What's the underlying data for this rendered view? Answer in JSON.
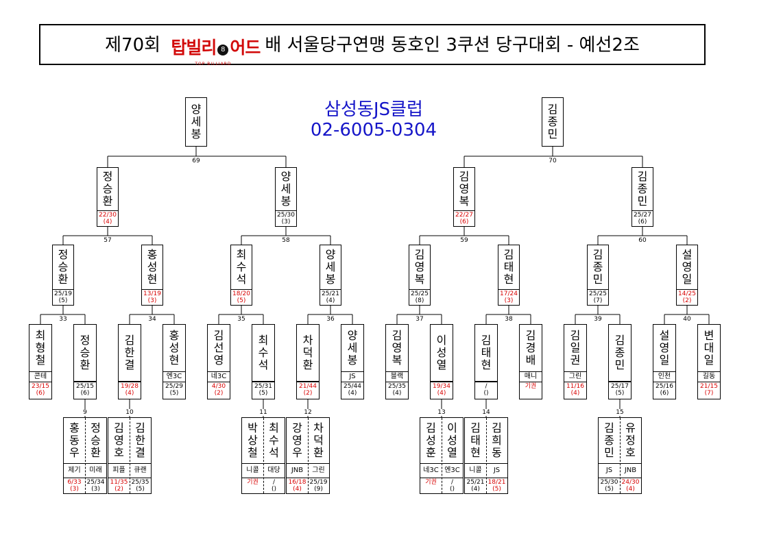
{
  "title": {
    "prefix": "제70회",
    "logo_text_a": "탑빌리",
    "logo_ball": "8",
    "logo_text_b": "어드",
    "logo_sub": "TOP BILLIARD",
    "suffix": "배 서울당구연맹 동호인 3쿠션 당구대회 - 예선2조"
  },
  "club": {
    "name": "삼성동JS클럽",
    "phone": "02-6005-0304"
  },
  "colors": {
    "club_text": "#1515c8",
    "loss_text": "#d80000"
  },
  "winners": {
    "w_left": {
      "name": "양세봉"
    },
    "w_right": {
      "name": "김종민"
    }
  },
  "match_numbers": {
    "m69": "69",
    "m70": "70",
    "m57": "57",
    "m58": "58",
    "m59": "59",
    "m60": "60",
    "m33": "33",
    "m34": "34",
    "m35": "35",
    "m36": "36",
    "m37": "37",
    "m38": "38",
    "m39": "39",
    "m40": "40",
    "m9": "9",
    "m10": "10",
    "m11": "11",
    "m12": "12",
    "m13": "13",
    "m14": "14",
    "m15": "15"
  },
  "round2": {
    "a": {
      "name": "정승환",
      "score": "22/30",
      "inn": "(4)"
    },
    "b": {
      "name": "양세봉",
      "score": "25/30",
      "inn": "(3)"
    },
    "c": {
      "name": "김영복",
      "score": "22/27",
      "inn": "(6)"
    },
    "d": {
      "name": "김종민",
      "score": "25/27",
      "inn": "(6)"
    }
  },
  "round3": {
    "a": {
      "name": "정승환",
      "score": "25/19",
      "inn": "(5)"
    },
    "b": {
      "name": "홍성현",
      "score": "13/19",
      "inn": "(3)"
    },
    "c": {
      "name": "최수석",
      "score": "18/20",
      "inn": "(5)"
    },
    "d": {
      "name": "양세봉",
      "score": "25/21",
      "inn": "(4)"
    },
    "e": {
      "name": "김영복",
      "score": "25/25",
      "inn": "(8)"
    },
    "f": {
      "name": "김태현",
      "score": "17/24",
      "inn": "(3)"
    },
    "g": {
      "name": "김종민",
      "score": "25/25",
      "inn": "(7)"
    },
    "h": {
      "name": "설영일",
      "score": "14/25",
      "inn": "(2)"
    }
  },
  "round4": {
    "p1": {
      "name": "최형철",
      "club": "콘테",
      "score": "23/15",
      "inn": "(6)"
    },
    "p2": {
      "name": "정승환",
      "club": "",
      "score": "25/15",
      "inn": "(6)"
    },
    "p3": {
      "name": "김한결",
      "club": "",
      "score": "19/28",
      "inn": "(4)"
    },
    "p4": {
      "name": "홍성현",
      "club": "엔3C",
      "score": "25/29",
      "inn": "(5)"
    },
    "p5": {
      "name": "김선영",
      "club": "네3C",
      "score": "4/30",
      "inn": "(2)"
    },
    "p6": {
      "name": "최수석",
      "club": "",
      "score": "25/31",
      "inn": "(5)"
    },
    "p7": {
      "name": "차덕환",
      "club": "",
      "score": "21/44",
      "inn": "(2)"
    },
    "p8": {
      "name": "양세봉",
      "club": "JS",
      "score": "25/44",
      "inn": "(4)"
    },
    "p9": {
      "name": "김영복",
      "club": "블랙",
      "score": "25/35",
      "inn": "(4)"
    },
    "p10": {
      "name": "이성열",
      "club": "",
      "score": "19/34",
      "inn": "(4)"
    },
    "p11": {
      "name": "김태현",
      "club": "",
      "score": "/",
      "inn": "()"
    },
    "p12": {
      "name": "김경배",
      "club": "매니",
      "score": "기권",
      "inn": ""
    },
    "p13": {
      "name": "김일권",
      "club": "그린",
      "score": "11/16",
      "inn": "(4)"
    },
    "p14": {
      "name": "김종민",
      "club": "",
      "score": "25/17",
      "inn": "(5)"
    },
    "p15": {
      "name": "설영일",
      "club": "인천",
      "score": "25/16",
      "inn": "(6)"
    },
    "p16": {
      "name": "변대일",
      "club": "길동",
      "score": "21/15",
      "inn": "(7)"
    }
  },
  "round5": {
    "m9": [
      {
        "name": "홍동우",
        "club": "제기",
        "score": "6/33",
        "inn": "(3)"
      },
      {
        "name": "정승환",
        "club": "미래",
        "score": "25/34",
        "inn": "(3)"
      }
    ],
    "m10": [
      {
        "name": "김영호",
        "club": "피플",
        "score": "11/35",
        "inn": "(2)"
      },
      {
        "name": "김한결",
        "club": "큐랜",
        "score": "25/35",
        "inn": "(5)"
      }
    ],
    "m11": [
      {
        "name": "박상철",
        "club": "니콜",
        "score": "기권",
        "inn": ""
      },
      {
        "name": "최수석",
        "club": "대당",
        "score": "/",
        "inn": "()"
      }
    ],
    "m12": [
      {
        "name": "강영우",
        "club": "JNB",
        "score": "16/18",
        "inn": "(4)"
      },
      {
        "name": "차덕환",
        "club": "그린",
        "score": "25/19",
        "inn": "(9)"
      }
    ],
    "m13": [
      {
        "name": "김성훈",
        "club": "네3C",
        "score": "기권",
        "inn": ""
      },
      {
        "name": "이성열",
        "club": "엔3C",
        "score": "/",
        "inn": "()"
      }
    ],
    "m14": [
      {
        "name": "김태현",
        "club": "니콜",
        "score": "25/21",
        "inn": "(4)"
      },
      {
        "name": "김희동",
        "club": "JS",
        "score": "18/21",
        "inn": "(5)"
      }
    ],
    "m15": [
      {
        "name": "김종민",
        "club": "JS",
        "score": "25/30",
        "inn": "(5)"
      },
      {
        "name": "유정호",
        "club": "JNB",
        "score": "24/30",
        "inn": "(4)"
      }
    ]
  }
}
